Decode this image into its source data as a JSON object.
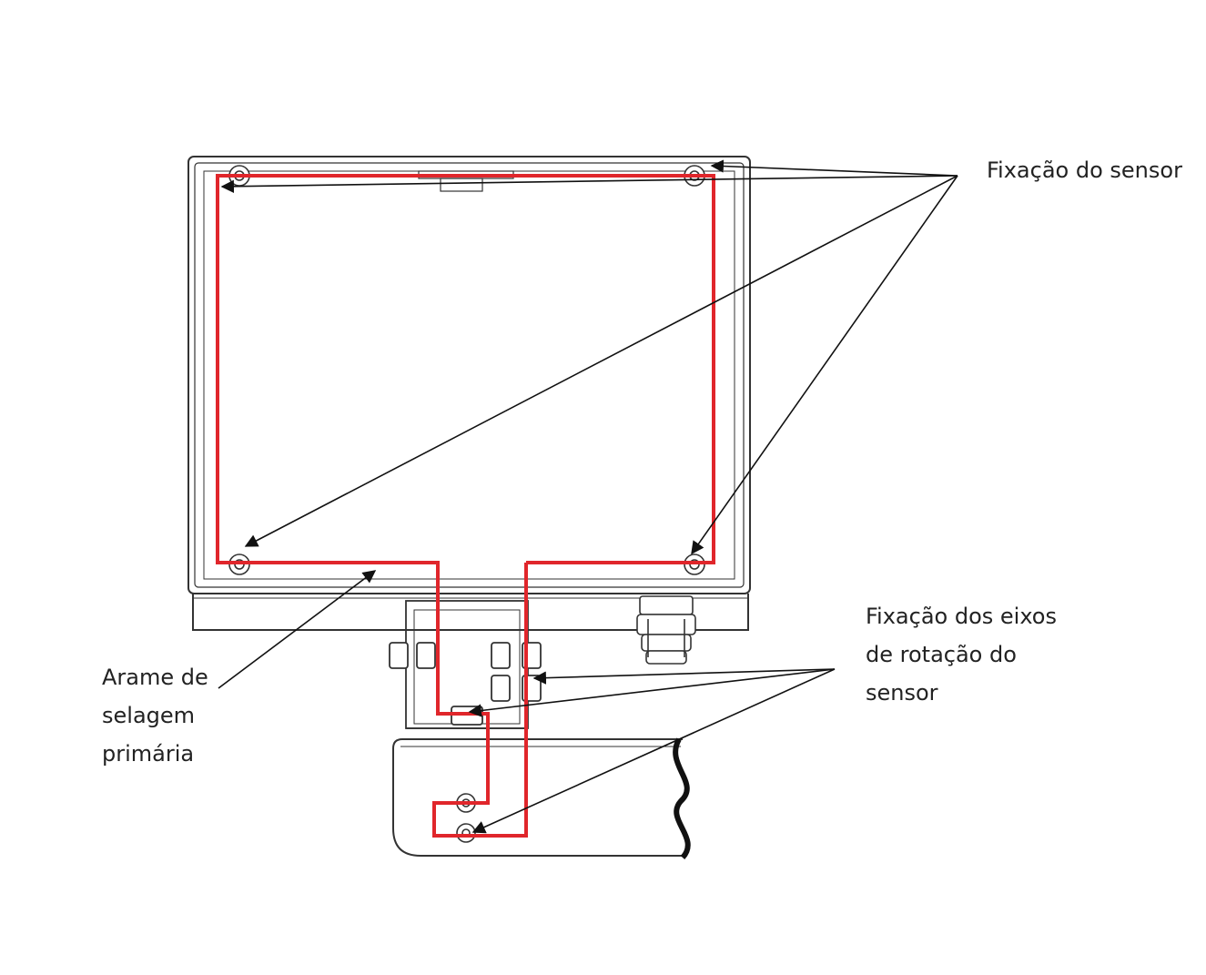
{
  "labels": {
    "sensor_fixation": "Fixação do sensor",
    "axes_fixation": [
      "Fixação dos eixos",
      "de rotação do",
      "sensor"
    ],
    "primary_seal_wire": [
      "Arame de",
      "selagem",
      "primária"
    ]
  },
  "colors": {
    "seal_wire": "#e0262b",
    "outline": "#333333",
    "arrow": "#111111",
    "text": "#222222"
  }
}
